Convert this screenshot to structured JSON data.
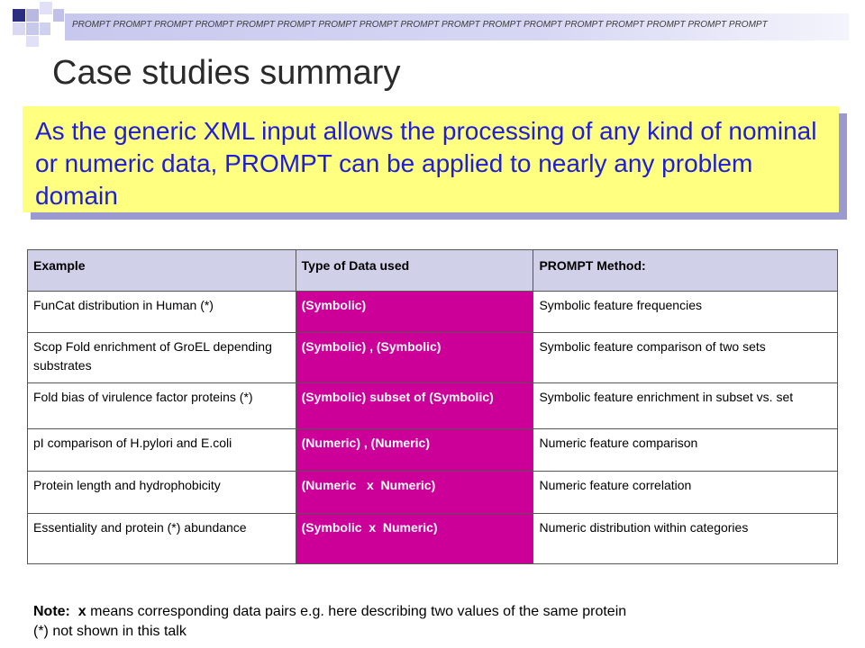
{
  "header": {
    "band_text": "PROMPT PROMPT PROMPT PROMPT PROMPT PROMPT PROMPT PROMPT PROMPT PROMPT PROMPT PROMPT PROMPT PROMPT PROMPT PROMPT PROMPT"
  },
  "title": "Case studies summary",
  "callout": {
    "text": "As the generic XML input allows the processing of any kind of nominal or numeric data, PROMPT can be applied to nearly any problem domain",
    "background_color": "#ffff80",
    "text_color": "#1d1ddb"
  },
  "table": {
    "headers": [
      "Example",
      "Type of Data used",
      "PROMPT Method:"
    ],
    "rows": [
      {
        "example": "FunCat distribution in Human (*)",
        "type": "(Symbolic)",
        "method": "Symbolic feature frequencies"
      },
      {
        "example": "Scop Fold enrichment of GroEL depending substrates",
        "type": "(Symbolic) , (Symbolic)",
        "method": "Symbolic feature comparison of two sets"
      },
      {
        "example": "Fold bias of virulence factor proteins (*)",
        "type": "(Symbolic) subset of (Symbolic)",
        "method": "Symbolic feature enrichment in subset vs. set"
      },
      {
        "example": "pI comparison of H.pylori and E.coli",
        "type": "(Numeric) , (Numeric)",
        "method": "Numeric feature comparison"
      },
      {
        "example": "Protein length and hydrophobicity",
        "type": "(Numeric   x  Numeric)",
        "method": "Numeric feature correlation"
      },
      {
        "example": "Essentiality and protein (*) abundance",
        "type": "(Symbolic  x  Numeric)",
        "method": "Numeric distribution within categories"
      }
    ],
    "header_color": "#d0d0e8",
    "type_cell_color": "#cc0099"
  },
  "note": {
    "label": "Note:",
    "x_symbol": "x",
    "line1_rest": " means corresponding data pairs e.g. here describing two values of the same protein",
    "line2": "(*) not shown in this talk"
  }
}
